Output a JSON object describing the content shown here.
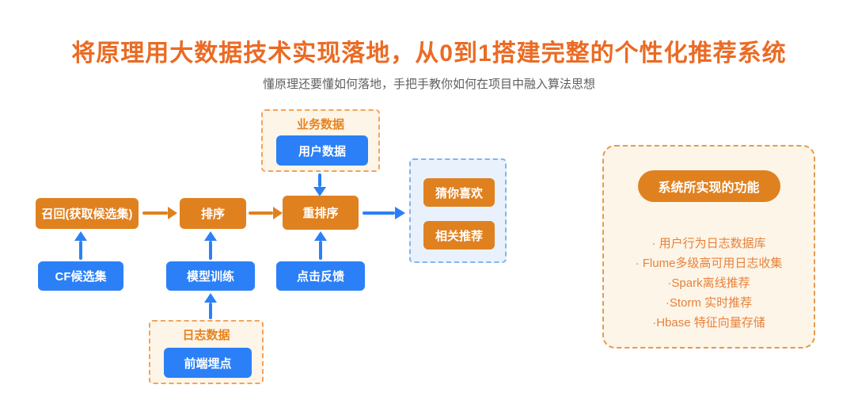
{
  "header": {
    "title": "将原理用大数据技术实现落地，从0到1搭建完整的个性化推荐系统",
    "subtitle": "懂原理还要懂如何落地，手把手教你如何在项目中融入算法思想"
  },
  "colors": {
    "title_orange": "#ea6b24",
    "node_orange": "#e08120",
    "node_blue": "#2b80f7",
    "group_cream_bg": "#fdf5e8",
    "group_orange_border": "#f0a35e",
    "output_bg": "#e9f2fc",
    "output_border": "#85b4ea",
    "panel_border": "#e59a50",
    "panel_text": "#e8813a"
  },
  "diagram": {
    "business_group": {
      "label": "业务数据",
      "node": "用户数据"
    },
    "flow": {
      "recall": "召回(获取候选集)",
      "rank": "排序",
      "rerank": "重排序"
    },
    "supports": {
      "cf": "CF候选集",
      "model": "模型训练",
      "click": "点击反馈"
    },
    "log_group": {
      "label": "日志数据",
      "node": "前端埋点"
    },
    "outputs": {
      "guess": "猜你喜欢",
      "related": "相关推荐"
    }
  },
  "panel": {
    "title": "系统所实现的功能",
    "items": [
      "· 用户行为日志数据库",
      "· Flume多级高可用日志收集",
      "·Spark离线推荐",
      "·Storm 实时推荐",
      "·Hbase 特征向量存储"
    ]
  }
}
